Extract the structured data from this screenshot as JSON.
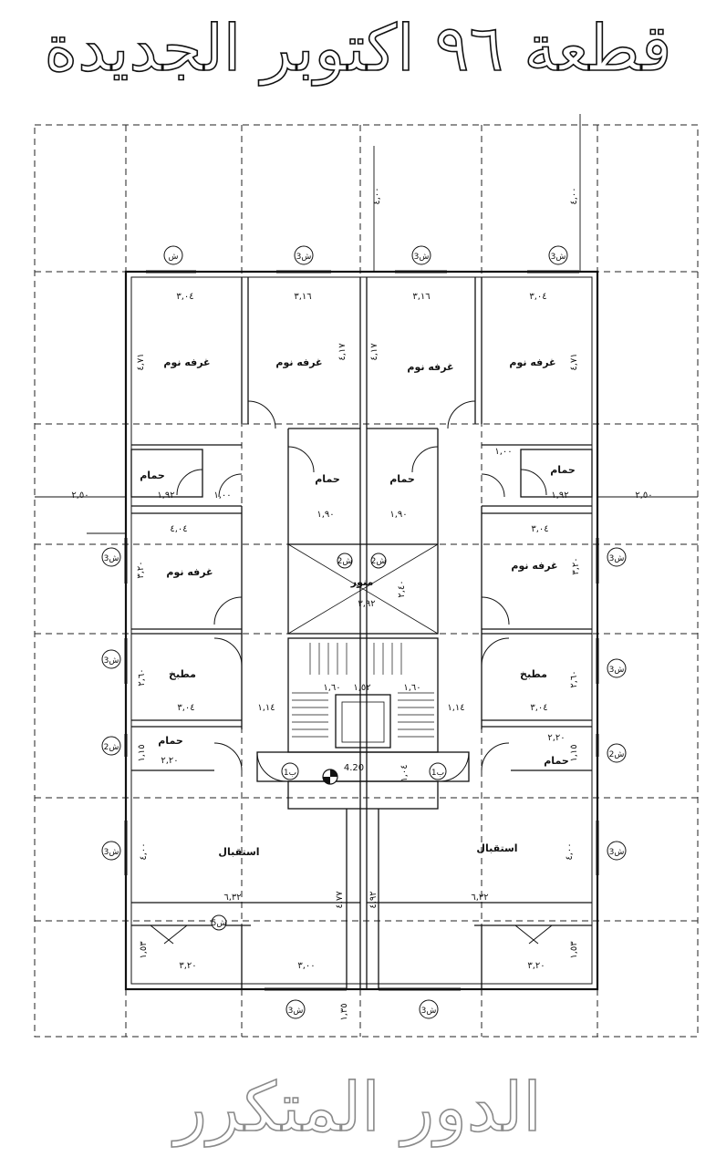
{
  "title": "قطعة ٩٦ اكتوبر الجديدة",
  "floor_label": "الدور المتكرر",
  "rooms": {
    "bedroom": "غرفه نوم",
    "bathroom": "حمام",
    "kitchen": "مطبخ",
    "reception": "استقبال",
    "light_well": "منور"
  },
  "dimensions": {
    "w_304": "٣,٠٤",
    "w_316": "٣,١٦",
    "h_471": "٤,٧١",
    "h_417": "٤,١٧",
    "w_404": "٤,٠٤",
    "h_320": "٣,٢٠",
    "h_260": "٢,٦٠",
    "w_114": "١,١٤",
    "h_115": "١,١٥",
    "w_220": "٢,٢٠",
    "w_190": "١,٩٠",
    "w_192": "١,٩٢",
    "w_100": "١,٠٠",
    "w_632": "٦,٣٢",
    "h_477": "٤,٧٧",
    "h_492": "٤,٩٢",
    "h_153": "١,٥٣",
    "w_320": "٣,٢٠",
    "w_300": "٣,٠٠",
    "h_135": "١,٣٥",
    "w_392": "٣,٩٢",
    "h_240": "٢,٤٠",
    "w_152": "١,٥٢",
    "w_160": "١,٦٠",
    "h_104": "١,٠٤",
    "stair_width": "4.20",
    "offset_left": "٢,٥٠",
    "offset_right": "٢,٥٠",
    "grid_top": "٤,٠٠",
    "grid_side": "٤,٠٠"
  },
  "window_tags": {
    "s3": "ش3",
    "s2": "ش2",
    "b1": "ب1",
    "s": "ش",
    "s5": "ش5"
  }
}
